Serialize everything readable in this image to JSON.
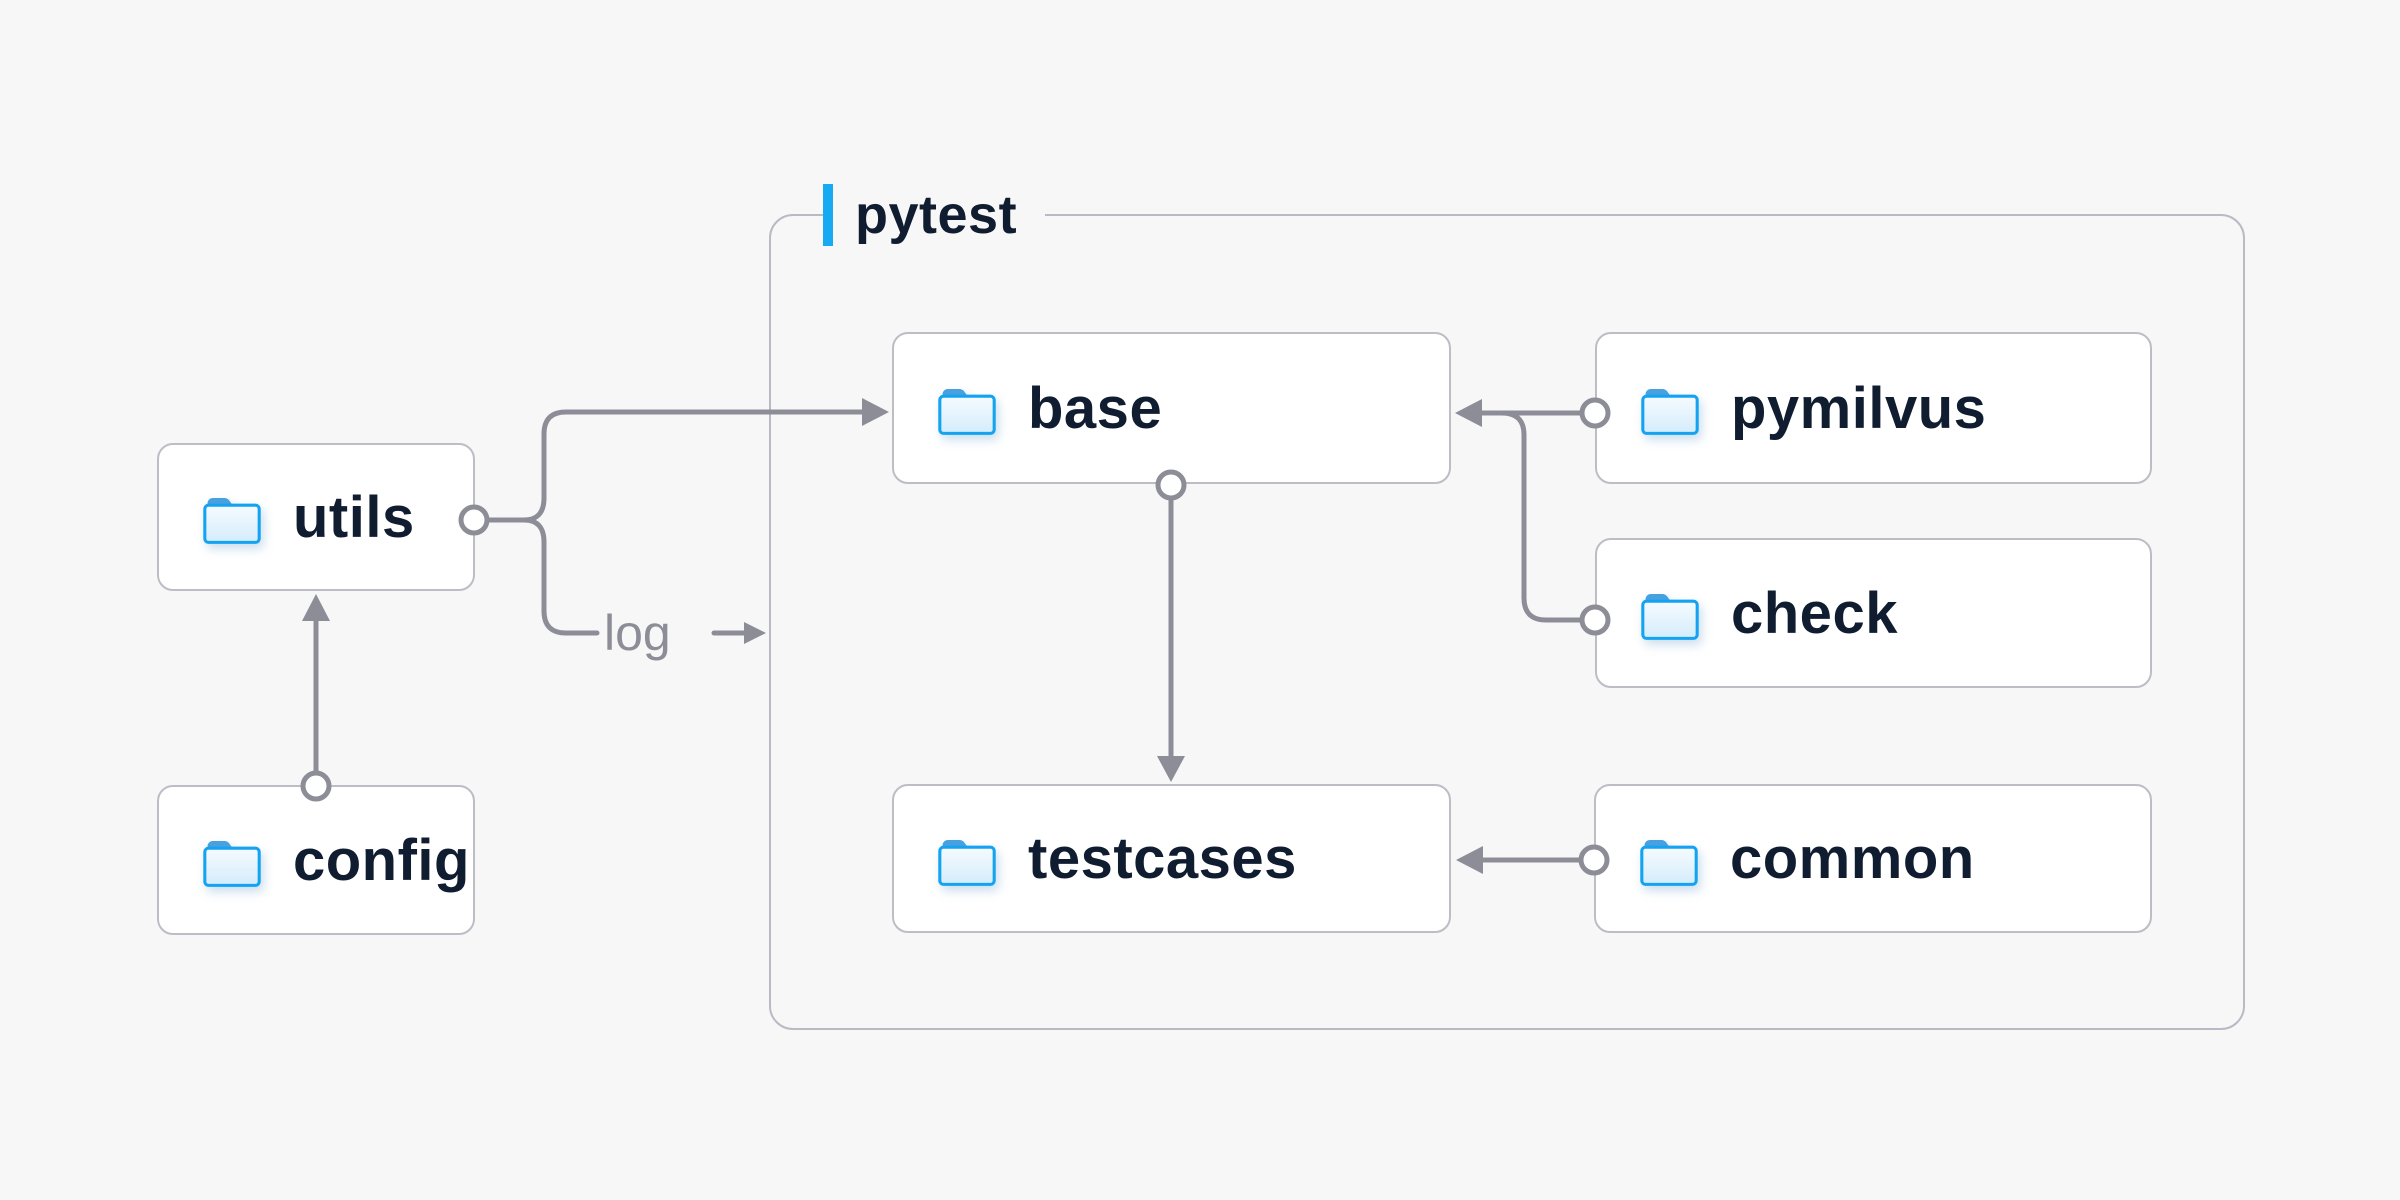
{
  "diagram": {
    "background_color": "#f7f7f8",
    "group": {
      "label": "pytest",
      "accent_color": "#16aaf2",
      "border_color": "#b9bac3"
    },
    "nodes": {
      "utils": {
        "label": "utils",
        "icon": "folder-icon"
      },
      "config": {
        "label": "config",
        "icon": "folder-icon"
      },
      "base": {
        "label": "base",
        "icon": "folder-icon"
      },
      "pymilvus": {
        "label": "pymilvus",
        "icon": "folder-icon"
      },
      "check": {
        "label": "check",
        "icon": "folder-icon"
      },
      "testcases": {
        "label": "testcases",
        "icon": "folder-icon"
      },
      "common": {
        "label": "common",
        "icon": "folder-icon"
      }
    },
    "edge_label": {
      "text": "log"
    },
    "edges": [
      {
        "from": "config",
        "to": "utils"
      },
      {
        "from": "utils",
        "to": "base"
      },
      {
        "from": "utils",
        "to": "pytest-group",
        "label": "log"
      },
      {
        "from": "pymilvus",
        "to": "base"
      },
      {
        "from": "check",
        "to": "base"
      },
      {
        "from": "base",
        "to": "testcases"
      },
      {
        "from": "common",
        "to": "testcases"
      }
    ],
    "colors": {
      "connector_gray": "#8c8d97",
      "box_border": "#bcbdc5",
      "folder_blue": "#14a3f1",
      "folder_tab_blue": "#48a1de",
      "text_navy": "#101c30"
    }
  }
}
